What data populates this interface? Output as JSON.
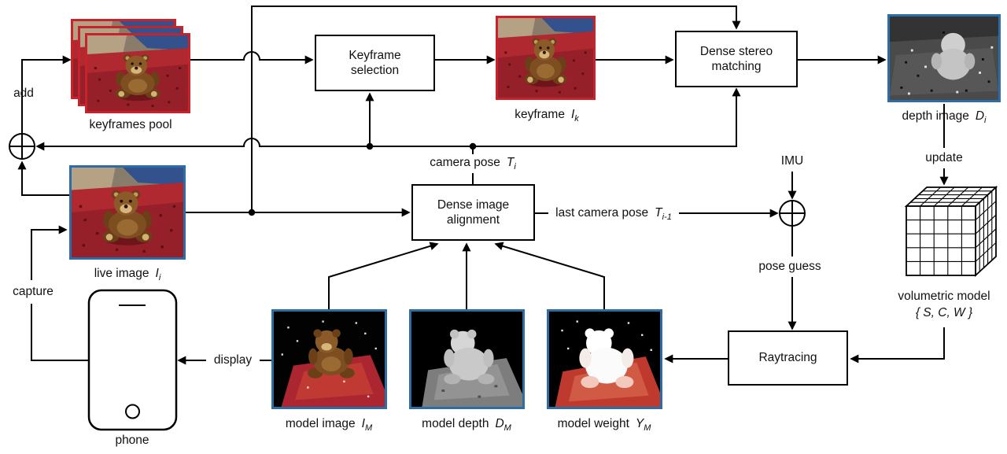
{
  "figure": {
    "labels": {
      "add": "add",
      "keyframes_pool": "keyframes pool",
      "keyframe": "keyframe",
      "live_image": "live image",
      "camera_pose": "camera pose",
      "last_camera_pose": "last camera pose",
      "imu": "IMU",
      "pose_guess": "pose guess",
      "depth_image": "depth image",
      "update": "update",
      "volumetric_model": "volumetric model",
      "volumetric_set": "{ S, C, W }",
      "capture": "capture",
      "phone": "phone",
      "display": "display",
      "model_image": "model image",
      "model_depth": "model depth",
      "model_weight": "model weight"
    },
    "math": {
      "keyframe_var": "I",
      "keyframe_sub": "k",
      "live_var": "I",
      "live_sub": "i",
      "camera_pose_var": "T",
      "camera_pose_sub": "i",
      "last_pose_var": "T",
      "last_pose_sub": "i-1",
      "depth_var": "D",
      "depth_sub": "i",
      "model_image_var": "I",
      "model_image_sub": "M",
      "model_depth_var": "D",
      "model_depth_sub": "M",
      "model_weight_var": "Y",
      "model_weight_sub": "M"
    },
    "boxes": {
      "keyframe_selection": {
        "line1": "Keyframe",
        "line2": "selection"
      },
      "dense_stereo": {
        "line1": "Dense stereo",
        "line2": "matching"
      },
      "dense_alignment": {
        "line1": "Dense image",
        "line2": "alignment"
      },
      "raytracing": {
        "line1": "Raytracing"
      }
    },
    "icons": {
      "add_junction": "plus-circle",
      "pose_fusion_junction": "plus-circle"
    },
    "colors": {
      "keyframe_frame": "#c8232a",
      "live_frame": "#2e6da3",
      "line": "#000000"
    }
  }
}
